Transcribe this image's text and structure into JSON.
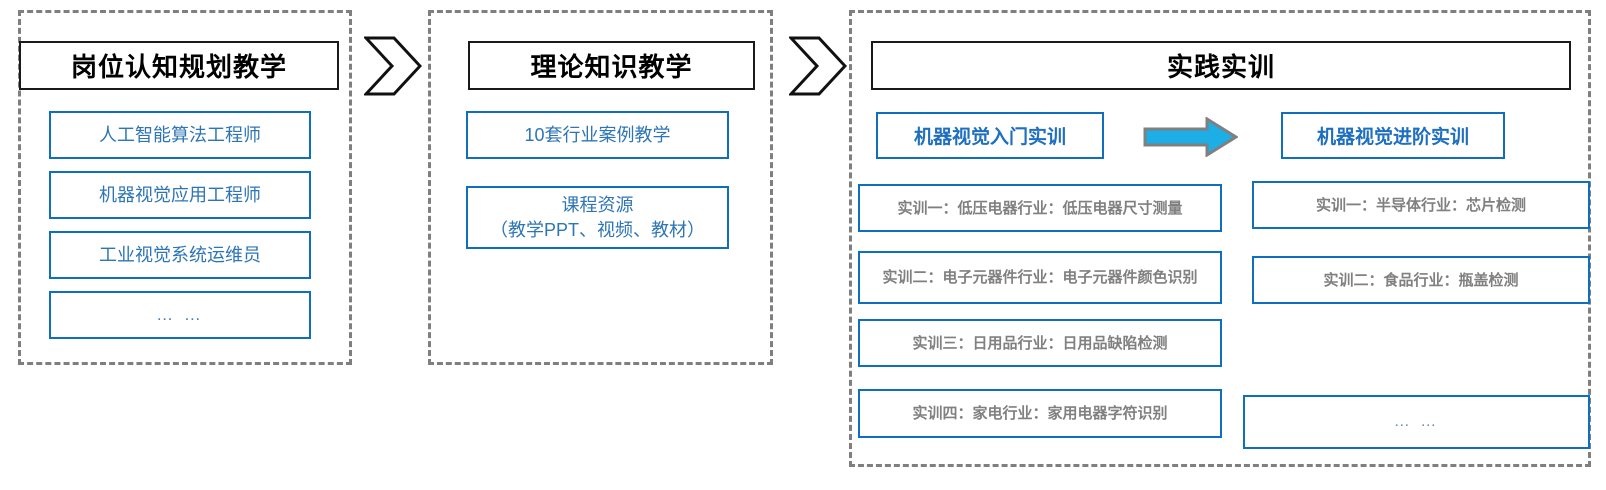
{
  "stages": [
    {
      "title": "岗位认知规划教学",
      "items": [
        "人工智能算法工程师",
        "机器视觉应用工程师",
        "工业视觉系统运维员",
        "… …"
      ]
    },
    {
      "title": "理论知识教学",
      "items": [
        "10套行业案例教学",
        "课程资源\n（教学PPT、视频、教材）"
      ]
    },
    {
      "title": "实践实训",
      "tracks": [
        {
          "label": "机器视觉入门实训",
          "items": [
            "实训一：低压电器行业：低压电器尺寸测量",
            "实训二：电子元器件行业：电子元器件颜色识别",
            "实训三：日用品行业：日用品缺陷检测",
            "实训四：家电行业：家用电器字符识别"
          ]
        },
        {
          "label": "机器视觉进阶实训",
          "items": [
            "实训一：半导体行业：芯片检测",
            "实训二：食品行业：瓶盖检测",
            "… …"
          ]
        }
      ]
    }
  ],
  "connectors": {
    "chevron_1": "chevron-right-icon",
    "chevron_2": "chevron-right-icon",
    "flow_arrow": "right-arrow-icon"
  },
  "colors": {
    "panel_border": "#7f7f7f",
    "title_border": "#1a1a1a",
    "box_border": "#0f6fbe",
    "box_text": "#2e75b6",
    "heading_text": "#1f6fc0",
    "item_text": "#808080",
    "arrow_fill": "#1caee4",
    "arrow_stroke": "#808080"
  }
}
